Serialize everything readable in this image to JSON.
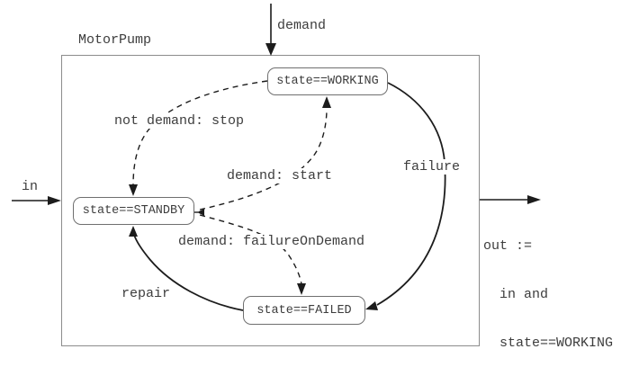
{
  "diagram": {
    "title": "MotorPump",
    "nodes": {
      "working": {
        "label": "state==WORKING"
      },
      "standby": {
        "label": "state==STANDBY"
      },
      "failed": {
        "label": "state==FAILED"
      }
    },
    "transitions": {
      "stop": {
        "label": "not demand: stop",
        "from": "state==WORKING",
        "to": "state==STANDBY",
        "style": "dashed"
      },
      "start": {
        "label": "demand: start",
        "from": "state==STANDBY",
        "to": "state==WORKING",
        "style": "dashed"
      },
      "failure": {
        "label": "failure",
        "from": "state==WORKING",
        "to": "state==FAILED",
        "style": "solid"
      },
      "failure_on_demand": {
        "label": "demand: failureOnDemand",
        "from": "state==STANDBY",
        "to": "state==FAILED",
        "style": "dashed"
      },
      "repair": {
        "label": "repair",
        "from": "state==FAILED",
        "to": "state==STANDBY",
        "style": "solid"
      }
    },
    "inputs": {
      "demand": "demand",
      "in": "in"
    },
    "output": {
      "line1": "out :=",
      "line2": "in and",
      "line3": "state==WORKING"
    },
    "colors": {
      "edge": "#1c1c1c",
      "text": "#3d3d3d",
      "node_border": "#6f6f6f",
      "frame_border": "#8c8c8c",
      "background": "#ffffff"
    }
  }
}
